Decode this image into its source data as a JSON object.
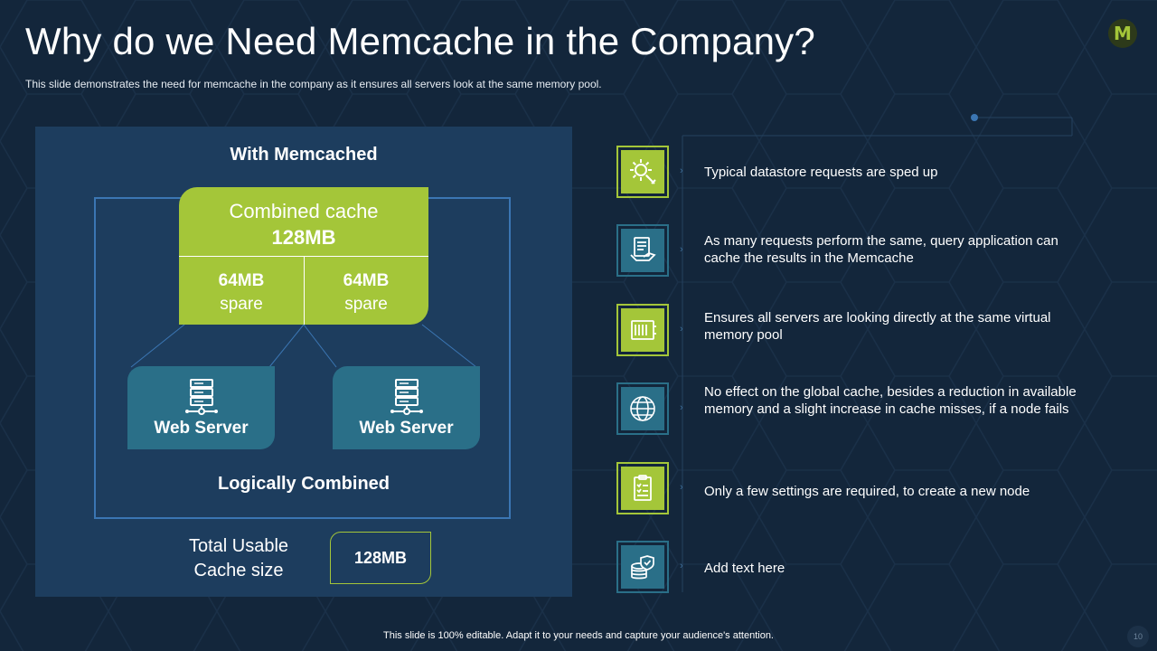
{
  "slide": {
    "title": "Why do we Need Memcache in the Company?",
    "subtitle": "This slide demonstrates the need for memcache in the company as it ensures all servers look at the same memory pool.",
    "logo_letter": "M",
    "footer": "This slide is 100% editable. Adapt it to your needs and capture your audience's attention.",
    "page_number": "10"
  },
  "diagram": {
    "heading": "With Memcached",
    "combined_cache_label": "Combined cache",
    "combined_cache_size": "128MB",
    "spare_left_size": "64MB",
    "spare_left_label": "spare",
    "spare_right_size": "64MB",
    "spare_right_label": "spare",
    "servers": [
      {
        "label": "Web Server",
        "icon": "server-icon"
      },
      {
        "label": "Web Server",
        "icon": "server-icon"
      }
    ],
    "logically_combined": "Logically  Combined",
    "total_usable_line1": "Total Usable",
    "total_usable_line2": "Cache size",
    "total_usable_value": "128MB"
  },
  "benefits": [
    {
      "text": "Typical datastore requests are sped up",
      "icon": "gear-wrench-icon",
      "style": "green"
    },
    {
      "text": "As many requests perform the same, query application can cache the results in the Memcache",
      "icon": "document-hand-icon",
      "style": "teal"
    },
    {
      "text": "Ensures all servers are looking directly at the same virtual memory pool",
      "icon": "memory-chip-icon",
      "style": "green"
    },
    {
      "text": "No effect on the global cache, besides a reduction in available memory and a slight increase in cache misses, if a node fails",
      "icon": "globe-icon",
      "style": "teal"
    },
    {
      "text": "Only a few settings are required, to create a new node",
      "icon": "clipboard-checklist-icon",
      "style": "green"
    },
    {
      "text": "Add text here",
      "icon": "database-shield-icon",
      "style": "teal"
    }
  ],
  "colors": {
    "accent_green": "#a4c639",
    "accent_teal": "#2a6f88",
    "panel_bg": "#1d3d5e",
    "page_bg": "#13263b"
  }
}
